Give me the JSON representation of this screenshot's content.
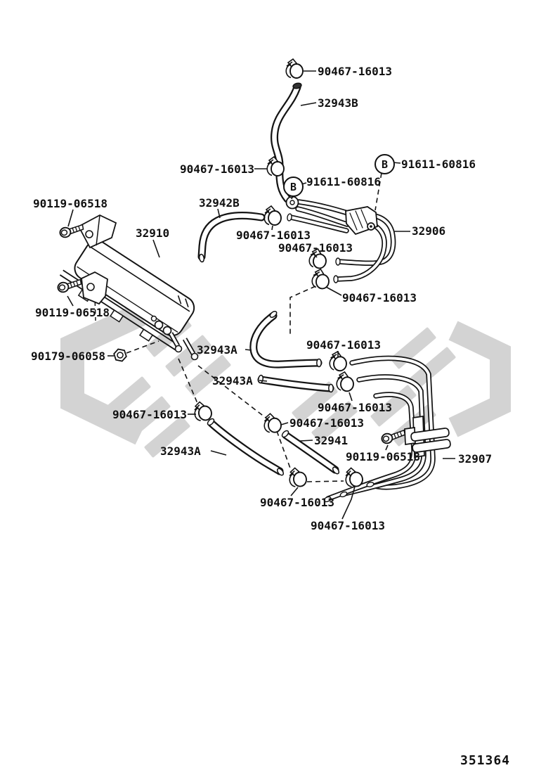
{
  "diagram": {
    "figure_number": "351364",
    "b_marker": "B",
    "colors": {
      "line": "#141414",
      "watermark": "#d3d3d3",
      "background": "#ffffff"
    },
    "callouts": [
      {
        "text": "90467-16013"
      },
      {
        "text": "32943B"
      },
      {
        "text": "90467-16013"
      },
      {
        "text": "91611-60816"
      },
      {
        "text": "91611-60816"
      },
      {
        "text": "32942B"
      },
      {
        "text": "90119-06518"
      },
      {
        "text": "32910"
      },
      {
        "text": "90467-16013"
      },
      {
        "text": "90467-16013"
      },
      {
        "text": "32906"
      },
      {
        "text": "90467-16013"
      },
      {
        "text": "90119-06518"
      },
      {
        "text": "90179-06058"
      },
      {
        "text": "32943A"
      },
      {
        "text": "90467-16013"
      },
      {
        "text": "32943A"
      },
      {
        "text": "90467-16013"
      },
      {
        "text": "90467-16013"
      },
      {
        "text": "90467-16013"
      },
      {
        "text": "32941"
      },
      {
        "text": "32943A"
      },
      {
        "text": "90119-06518"
      },
      {
        "text": "32907"
      },
      {
        "text": "90467-16013"
      },
      {
        "text": "90467-16013"
      }
    ]
  }
}
